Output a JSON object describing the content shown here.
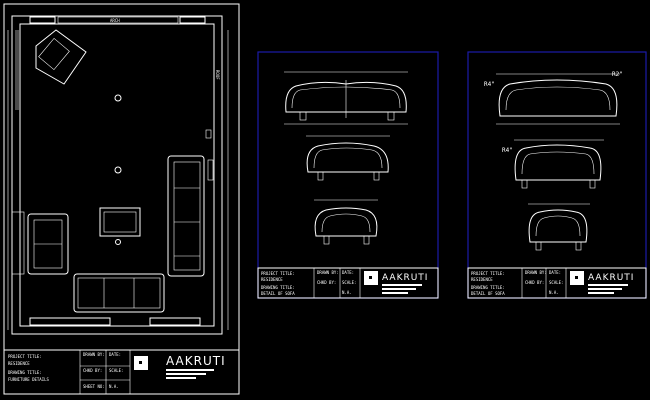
{
  "sheet1": {
    "top_label": "ARCH",
    "side_label": "ROOF",
    "title_block": {
      "project_label": "PROJECT TITLE:",
      "project_value": "RESIDENCE",
      "drawing_label": "DRAWING TITLE:",
      "drawing_value": "FURNITURE DETAILS",
      "drawn_by": "DRAWN BY:",
      "checked": "CHKD BY:",
      "date": "DATE:",
      "scale": "SCALE:",
      "sheet": "SHEET NO:",
      "nos": "N.A.",
      "studio": "AAKRUTI"
    }
  },
  "sheet2": {
    "title_block": {
      "project_label": "PROJECT TITLE:",
      "project_value": "RESIDENCE",
      "drawing_label": "DRAWING TITLE:",
      "drawing_value": "DETAIL OF SOFA",
      "drawn_by": "DRAWN BY:",
      "checked": "CHKD BY:",
      "date": "DATE:",
      "scale": "SCALE:",
      "nos": "N.A.",
      "studio": "AAKRUTI"
    }
  },
  "sheet3": {
    "labels": [
      "R4\"",
      "R2\"",
      "R4\""
    ],
    "title_block": {
      "project_label": "PROJECT TITLE:",
      "project_value": "RESIDENCE",
      "drawing_label": "DRAWING TITLE:",
      "drawing_value": "DETAIL OF SOFA",
      "drawn_by": "DRAWN BY:",
      "checked": "CHKD BY:",
      "date": "DATE:",
      "scale": "SCALE:",
      "nos": "N.A.",
      "studio": "AAKRUTI"
    }
  }
}
